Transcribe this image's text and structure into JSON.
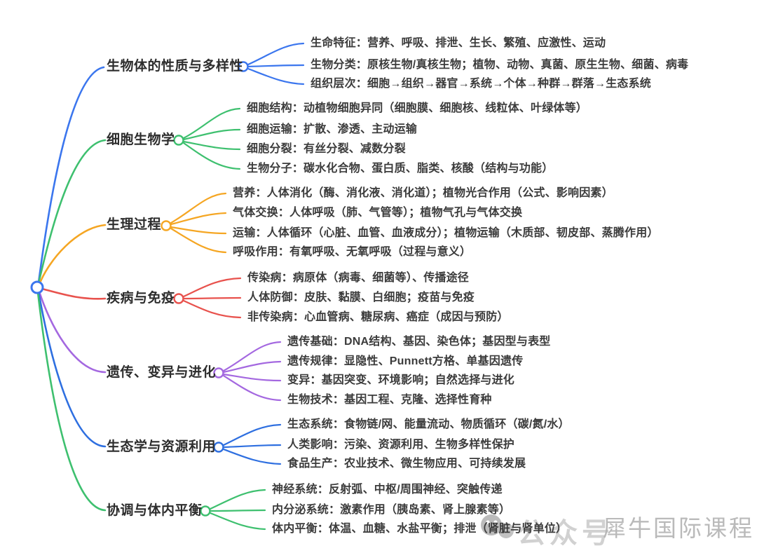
{
  "root": {
    "color": "#3b76ee"
  },
  "branches": [
    {
      "label": "生物体的性质与多样性",
      "color": "#3b76ee",
      "children": [
        "生命特征：营养、呼吸、排泄、生长、繁殖、应激性、运动",
        "生物分类：原核生物/真核生物；植物、动物、真菌、原生生物、细菌、病毒",
        "组织层次：细胞→组织→器官→系统→个体→种群→群落→生态系统"
      ]
    },
    {
      "label": "细胞生物学",
      "color": "#3ec06f",
      "children": [
        "细胞结构：动植物细胞异同（细胞膜、细胞核、线粒体、叶绿体等）",
        "细胞运输：扩散、渗透、主动运输",
        "细胞分裂：有丝分裂、减数分裂",
        "生物分子：碳水化合物、蛋白质、脂类、核酸（结构与功能）"
      ]
    },
    {
      "label": "生理过程",
      "color": "#f5a623",
      "children": [
        "营养：人体消化（酶、消化液、消化道）；植物光合作用（公式、影响因素）",
        "气体交换：人体呼吸（肺、气管等）；植物气孔与气体交换",
        "运输：人体循环（心脏、血管、血液成分）；植物运输（木质部、韧皮部、蒸腾作用）",
        "呼吸作用：有氧呼吸、无氧呼吸（过程与意义）"
      ]
    },
    {
      "label": "疾病与免疫",
      "color": "#e8524d",
      "children": [
        "传染病：病原体（病毒、细菌等）、传播途径",
        "人体防御：皮肤、黏膜、白细胞；疫苗与免疫",
        "非传染病：心血管病、糖尿病、癌症（成因与预防）"
      ]
    },
    {
      "label": "遗传、变异与进化",
      "color": "#a468e0",
      "children": [
        "遗传基础：DNA结构、基因、染色体；基因型与表型",
        "遗传规律：显隐性、Punnett方格、单基因遗传",
        "变异：基因突变、环境影响；自然选择与进化",
        "生物技术：基因工程、克隆、选择性育种"
      ]
    },
    {
      "label": "生态学与资源利用",
      "color": "#2e6fe0",
      "children": [
        "生态系统：食物链/网、能量流动、物质循环（碳/氮/水）",
        "人类影响：污染、资源利用、生物多样性保护",
        "食品生产：农业技术、微生物应用、可持续发展"
      ]
    },
    {
      "label": "协调与体内平衡",
      "color": "#3ec06f",
      "children": [
        "神经系统：反射弧、中枢/周围神经、突触传递",
        "内分泌系统：激素作用（胰岛素、肾上腺素等）",
        "体内平衡：体温、血糖、水盐平衡；排泄（肾脏与肾单位）"
      ]
    }
  ],
  "watermark": {
    "prefix": "公众号",
    "name": "犀牛国际课程",
    "color": "#b3b3b3"
  }
}
